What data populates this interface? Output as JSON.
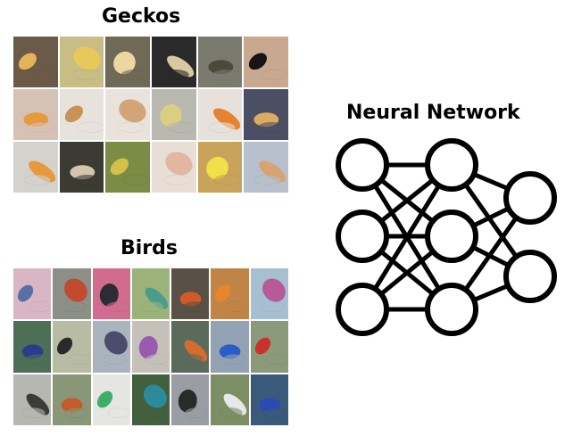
{
  "geckos": {
    "title": "Geckos",
    "rows": [
      [
        {
          "bg": "#6b5a48",
          "subject": "#e3b35b"
        },
        {
          "bg": "#c9bd86",
          "subject": "#e8c85a"
        },
        {
          "bg": "#6f6a55",
          "subject": "#ecd6a2"
        },
        {
          "bg": "#2a2a2a",
          "subject": "#d8c9a0"
        },
        {
          "bg": "#7a7a6e",
          "subject": "#4a4a3a"
        },
        {
          "bg": "#c9a890",
          "subject": "#151515"
        }
      ],
      [
        {
          "bg": "#d6c2b5",
          "subject": "#e89a3a"
        },
        {
          "bg": "#e7e2dc",
          "subject": "#c99258"
        },
        {
          "bg": "#e9e3dc",
          "subject": "#d2a478"
        },
        {
          "bg": "#b8b7b0",
          "subject": "#d8cf82"
        },
        {
          "bg": "#e6e1da",
          "subject": "#e8822e"
        },
        {
          "bg": "#4a4f63",
          "subject": "#dcac60"
        }
      ],
      [
        {
          "bg": "#d4d2cc",
          "subject": "#e69a3c"
        },
        {
          "bg": "#3b3a33",
          "subject": "#d5c4ae"
        },
        {
          "bg": "#7b8c45",
          "subject": "#d4c04a"
        },
        {
          "bg": "#e8ded6",
          "subject": "#e2b6a0"
        },
        {
          "bg": "#caa35a",
          "subject": "#f0e04a"
        },
        {
          "bg": "#b7c0cc",
          "subject": "#d9a370"
        }
      ]
    ]
  },
  "birds": {
    "title": "Birds",
    "rows": [
      [
        {
          "bg": "#d9b6c4",
          "subject": "#5a6fa3"
        },
        {
          "bg": "#8c8f86",
          "subject": "#c24a2e"
        },
        {
          "bg": "#d26c8e",
          "subject": "#2c2c36"
        },
        {
          "bg": "#9bb37a",
          "subject": "#4c9c8e"
        },
        {
          "bg": "#5a5146",
          "subject": "#d25a2a"
        },
        {
          "bg": "#c08546",
          "subject": "#e8862c"
        },
        {
          "bg": "#a6c0d2",
          "subject": "#b85a9a"
        }
      ],
      [
        {
          "bg": "#4f6e56",
          "subject": "#2a3c8c"
        },
        {
          "bg": "#b7bca2",
          "subject": "#2a2a2a"
        },
        {
          "bg": "#a9b4bd",
          "subject": "#4c4c6c"
        },
        {
          "bg": "#c6c1b8",
          "subject": "#9a5ab0"
        },
        {
          "bg": "#5a6b5c",
          "subject": "#d56c2c"
        },
        {
          "bg": "#93a2b3",
          "subject": "#2c5cc8"
        },
        {
          "bg": "#8a9a7a",
          "subject": "#c8322a"
        }
      ],
      [
        {
          "bg": "#b7b7b2",
          "subject": "#3b3b3b"
        },
        {
          "bg": "#8a9678",
          "subject": "#c55a2a"
        },
        {
          "bg": "#e5e5e2",
          "subject": "#3fae6a"
        },
        {
          "bg": "#43603e",
          "subject": "#2c8a9a"
        },
        {
          "bg": "#9a9ea4",
          "subject": "#2a2a2a"
        },
        {
          "bg": "#7c8e63",
          "subject": "#e8e8e8"
        },
        {
          "bg": "#395a7a",
          "subject": "#2c4ab5"
        }
      ]
    ]
  },
  "network": {
    "title": "Neural Network",
    "layers": [
      3,
      3,
      2
    ]
  }
}
